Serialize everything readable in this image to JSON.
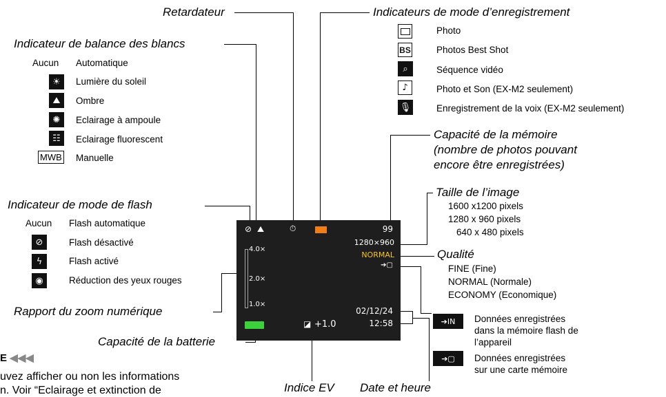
{
  "labels": {
    "retardateur": "Retardateur",
    "recording_mode": "Indicateurs de mode d’enregistrement",
    "white_balance": "Indicateur de balance des blancs",
    "memory_capacity_l1": "Capacité de la mémoire",
    "memory_capacity_l2": "(nombre de photos pouvant",
    "memory_capacity_l3": "encore être enregistrées)",
    "image_size": "Taille de l’image",
    "flash_mode": "Indicateur de mode de flash",
    "quality": "Qualité",
    "zoom": "Rapport du zoom numérique",
    "battery": "Capacité de la batterie",
    "ev": "Indice EV",
    "datetime": "Date et heure"
  },
  "recording_modes": [
    {
      "icon": "photo-mode-icon",
      "label": "Photo"
    },
    {
      "icon": "best-shot-icon",
      "label": "Photos Best Shot"
    },
    {
      "icon": "movie-icon",
      "label": "Séquence vidéo"
    },
    {
      "icon": "photo-audio-icon",
      "label": "Photo et Son (EX-M2 seulement)"
    },
    {
      "icon": "microphone-icon",
      "label": "Enregistrement de la voix (EX-M2 seulement)"
    }
  ],
  "white_balance_items": [
    {
      "key": "Aucun",
      "label": "Automatique"
    },
    {
      "icon": "sun-icon",
      "label": "Lumière du soleil"
    },
    {
      "icon": "shade-icon",
      "label": "Ombre"
    },
    {
      "icon": "bulb-icon",
      "label": "Eclairage à ampoule"
    },
    {
      "icon": "fluorescent-icon",
      "label": "Eclairage fluorescent"
    },
    {
      "key": "MWB",
      "label": "Manuelle"
    }
  ],
  "image_sizes": [
    "1600 x1200 pixels",
    "1280 x  960 pixels",
    "640 x  480 pixels"
  ],
  "flash_items": [
    {
      "key": "Aucun",
      "label": "Flash automatique"
    },
    {
      "icon": "flash-off-icon",
      "label": "Flash désactivé"
    },
    {
      "icon": "flash-on-icon",
      "label": "Flash activé"
    },
    {
      "icon": "red-eye-icon",
      "label": "Réduction des yeux rouges"
    }
  ],
  "quality_items": [
    "FINE (Fine)",
    "NORMAL (Normale)",
    "ECONOMY (Economique)"
  ],
  "storage_items": [
    {
      "icon": "internal-memory-icon",
      "label_l1": "Données enregistrées",
      "label_l2": "dans la mémoire flash de",
      "label_l3": "l’appareil"
    },
    {
      "icon": "memory-card-icon",
      "label_l1": "Données enregistrées",
      "label_l2": "sur une carte mémoire"
    }
  ],
  "screen": {
    "count": "99",
    "size": "1280×960",
    "quality": "NORMAL",
    "zoom_ticks": [
      "4.0×",
      "2.0×",
      "1.0×"
    ],
    "ev": "+1.0",
    "date": "02/12/24",
    "time": "12:58"
  },
  "note": {
    "heading": "E",
    "line1": "uvez afficher ou non les informations",
    "line2": "n. Voir “Eclairage et extinction de"
  },
  "colors": {
    "screen_bg": "#1e1e1e",
    "accent_yellow": "#f5c52a",
    "orange": "#ef7d1a",
    "battery": "#3bd23b"
  }
}
